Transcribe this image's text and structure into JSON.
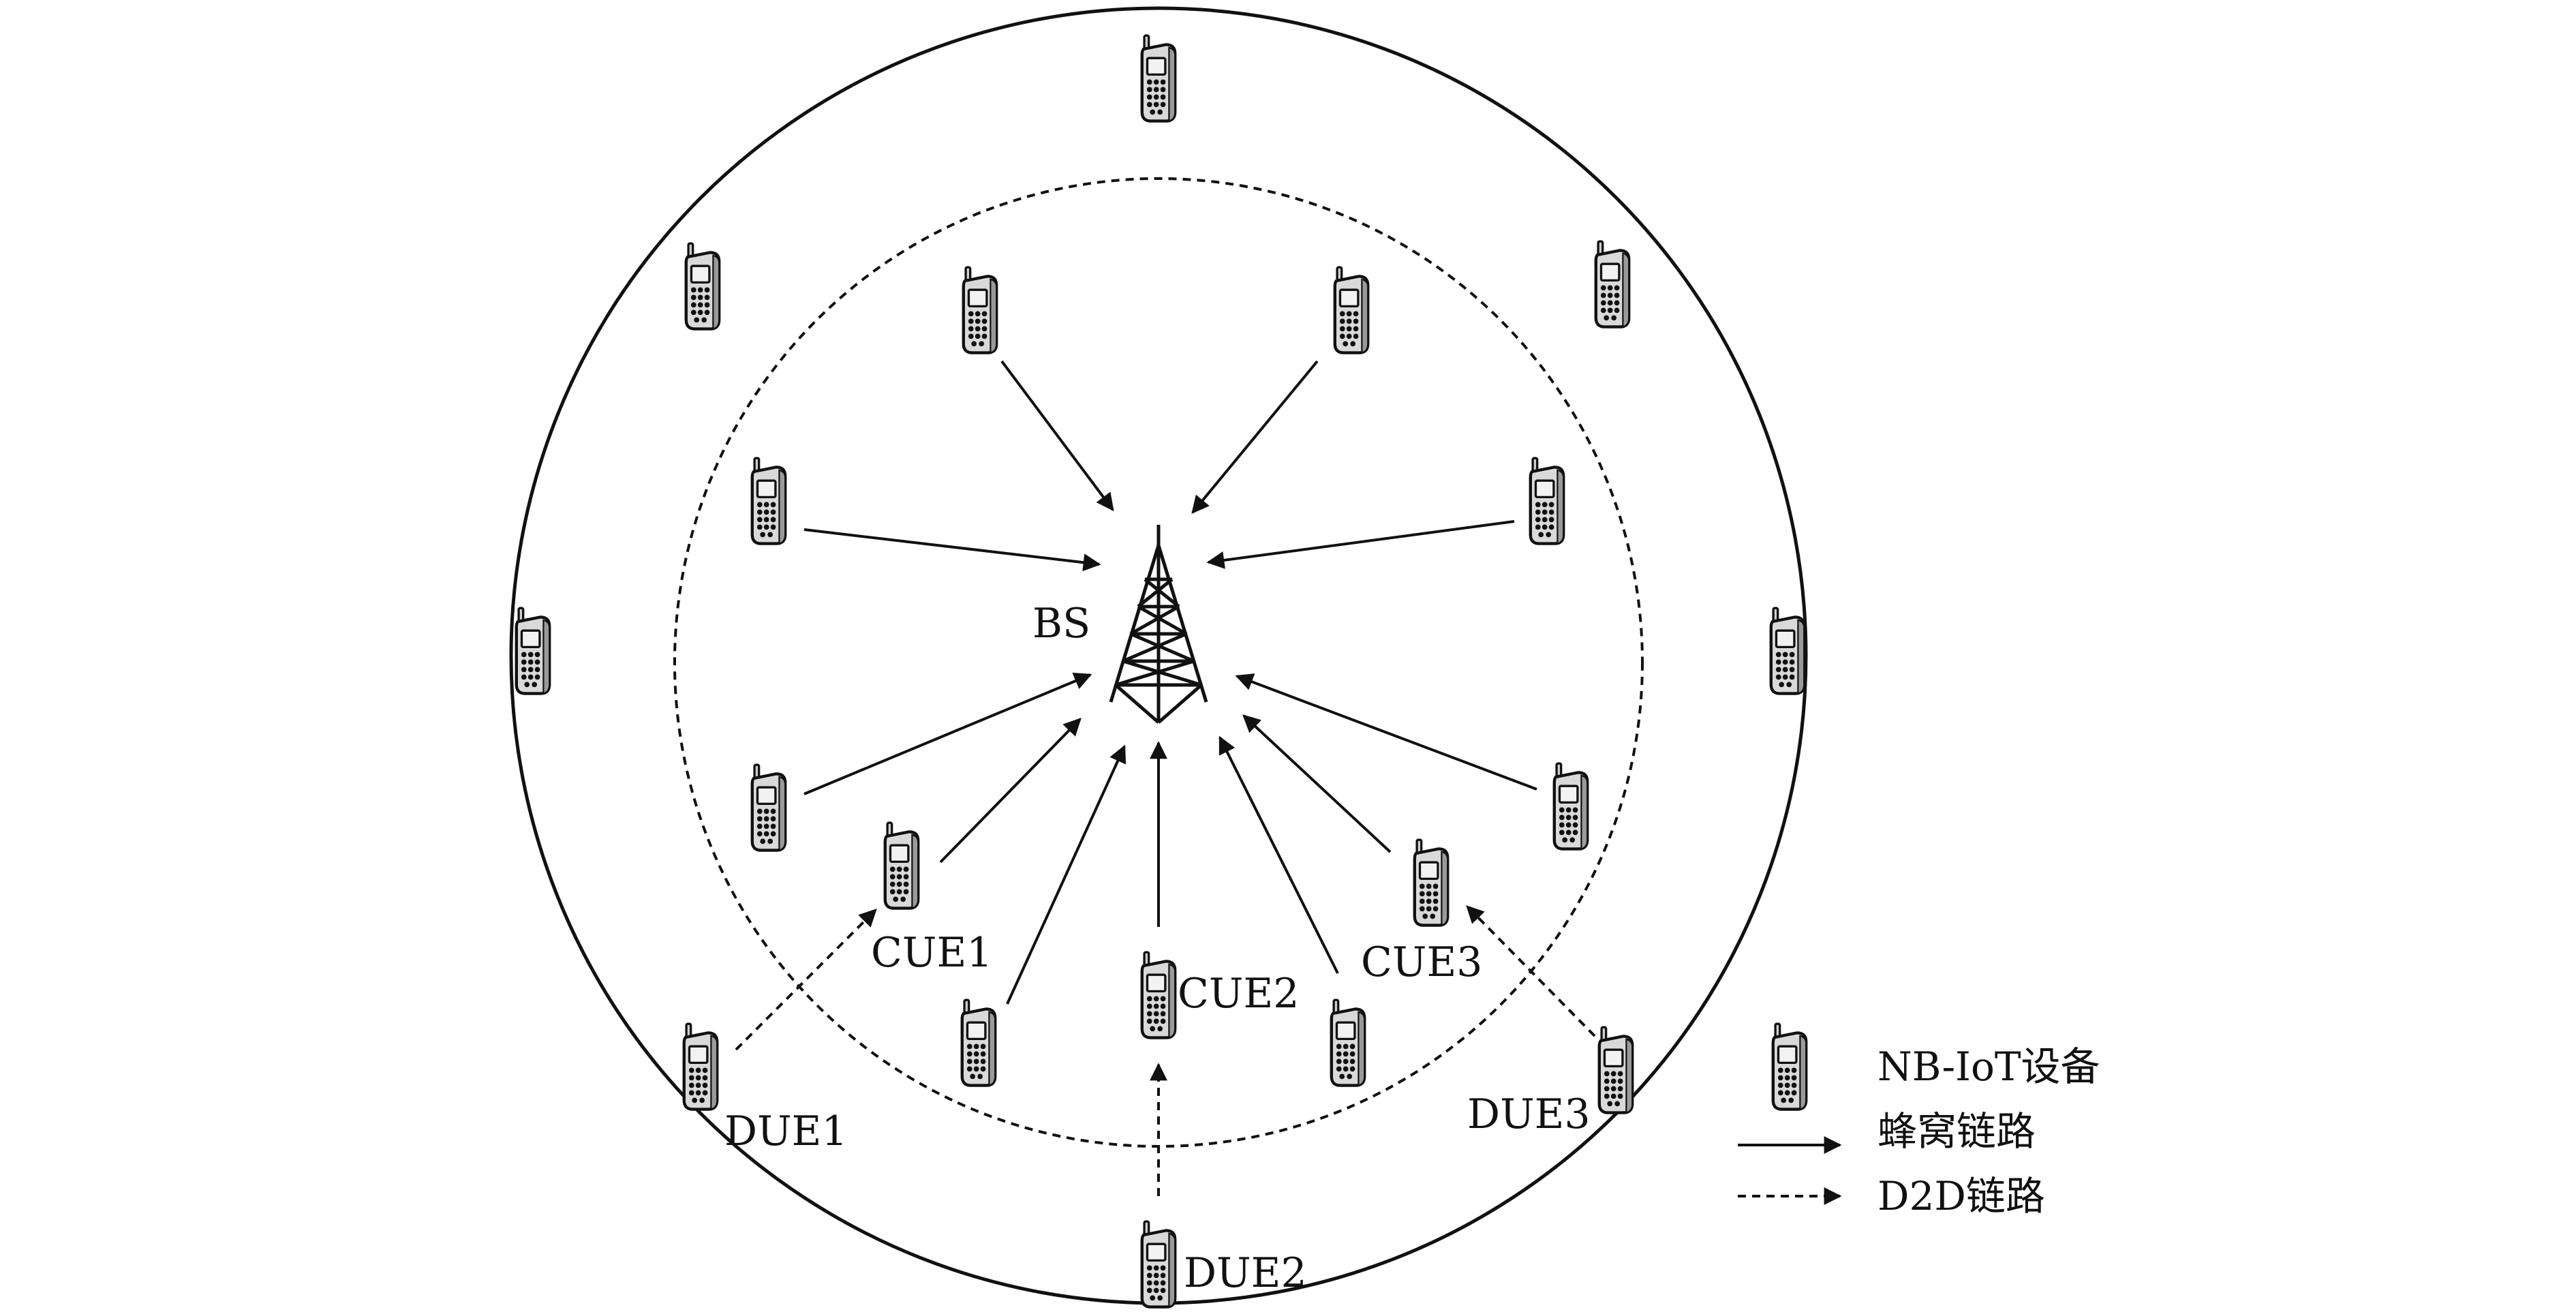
{
  "labels": {
    "bs": "BS",
    "cue1": "CUE1",
    "cue2": "CUE2",
    "cue3": "CUE3",
    "due1": "DUE1",
    "due2": "DUE2",
    "due3": "DUE3"
  },
  "legend": {
    "device": "NB-IoT设备",
    "cellular_link": "蜂窝链路",
    "d2d_link": "D2D链路"
  },
  "colors": {
    "line": "#111111",
    "phone_body": "#d9d9d9",
    "phone_screen": "#f2f2f2"
  },
  "icons": {
    "device": "mobile-phone-icon",
    "base_station": "cell-tower-icon"
  }
}
